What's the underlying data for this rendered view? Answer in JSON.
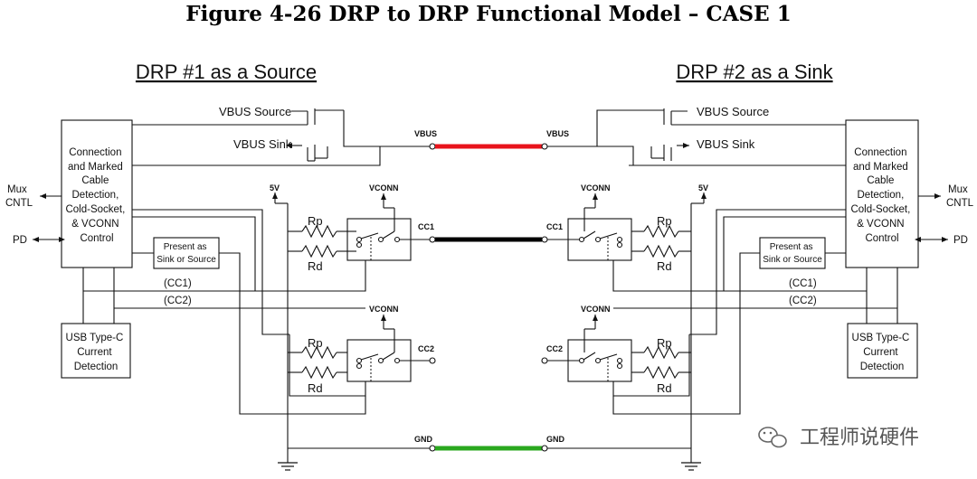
{
  "title": "Figure 4-26  DRP to DRP Functional Model – CASE 1",
  "left": {
    "heading": "DRP #1 as a Source",
    "ctrl_lines": [
      "Connection",
      "and Marked",
      "Cable",
      "Detection,",
      "Cold-Socket,",
      "& VCONN",
      "Control"
    ],
    "usb_lines": [
      "USB Type-C",
      "Current",
      "Detection"
    ],
    "present_lines": [
      "Present as",
      "Sink or Source"
    ]
  },
  "right": {
    "heading": "DRP #2 as a Sink",
    "ctrl_lines": [
      "Connection",
      "and Marked",
      "Cable",
      "Detection,",
      "Cold-Socket,",
      "& VCONN",
      "Control"
    ],
    "usb_lines": [
      "USB Type-C",
      "Current",
      "Detection"
    ],
    "present_lines": [
      "Present as",
      "Sink or Source"
    ]
  },
  "labels": {
    "vbus_source": "VBUS Source",
    "vbus_sink": "VBUS Sink",
    "vbus": "VBUS",
    "cc1": "CC1",
    "cc2": "CC2",
    "gnd": "GND",
    "five_v": "5V",
    "vconn": "VCONN",
    "rp": "Rp",
    "rd": "Rd",
    "mux": "Mux",
    "cntl": "CNTL",
    "pd": "PD",
    "cc1_bus": "(CC1)",
    "cc2_bus": "(CC2)"
  },
  "watermark": "工程师说硬件",
  "colors": {
    "vbus_line": "#e8141c",
    "cc1_line": "#000000",
    "gnd_line": "#2aa81e"
  }
}
